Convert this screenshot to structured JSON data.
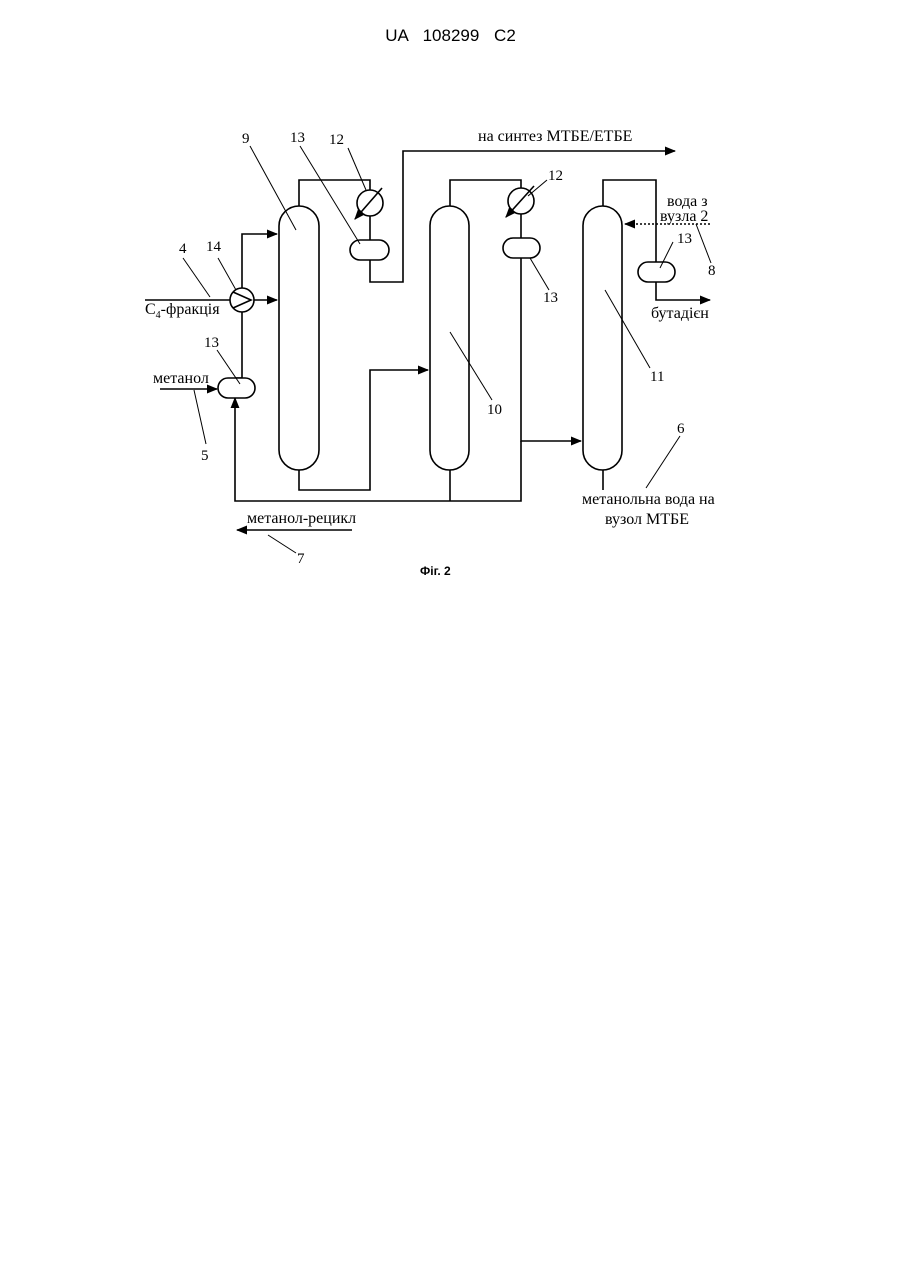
{
  "header": {
    "doc_id": "UA 108299 C2"
  },
  "figure": {
    "caption": "Фіг. 2",
    "streams": {
      "to_synthesis": "на синтез МТБЕ/ЕТБЕ",
      "c4_prefix": "С",
      "c4_sub": "4",
      "c4_suffix": "-фракція",
      "methanol": "метанол",
      "methanol_recycle": "метанол-рецикл",
      "water_line1": "вода з",
      "water_line2": "вузла 2",
      "butadiene": "бутадієн",
      "methanol_water_line1": "метанольна вода на",
      "methanol_water_line2": "вузол МТБЕ"
    },
    "ref_numbers": {
      "col9": "9",
      "col10": "10",
      "col11": "11",
      "cond_a": "12",
      "cond_b": "12",
      "drum_a": "13",
      "drum_b": "13",
      "drum_c": "13",
      "drum_d": "13",
      "pump": "14",
      "stream4": "4",
      "stream5": "5",
      "stream6": "6",
      "stream7": "7",
      "stream8": "8"
    }
  }
}
